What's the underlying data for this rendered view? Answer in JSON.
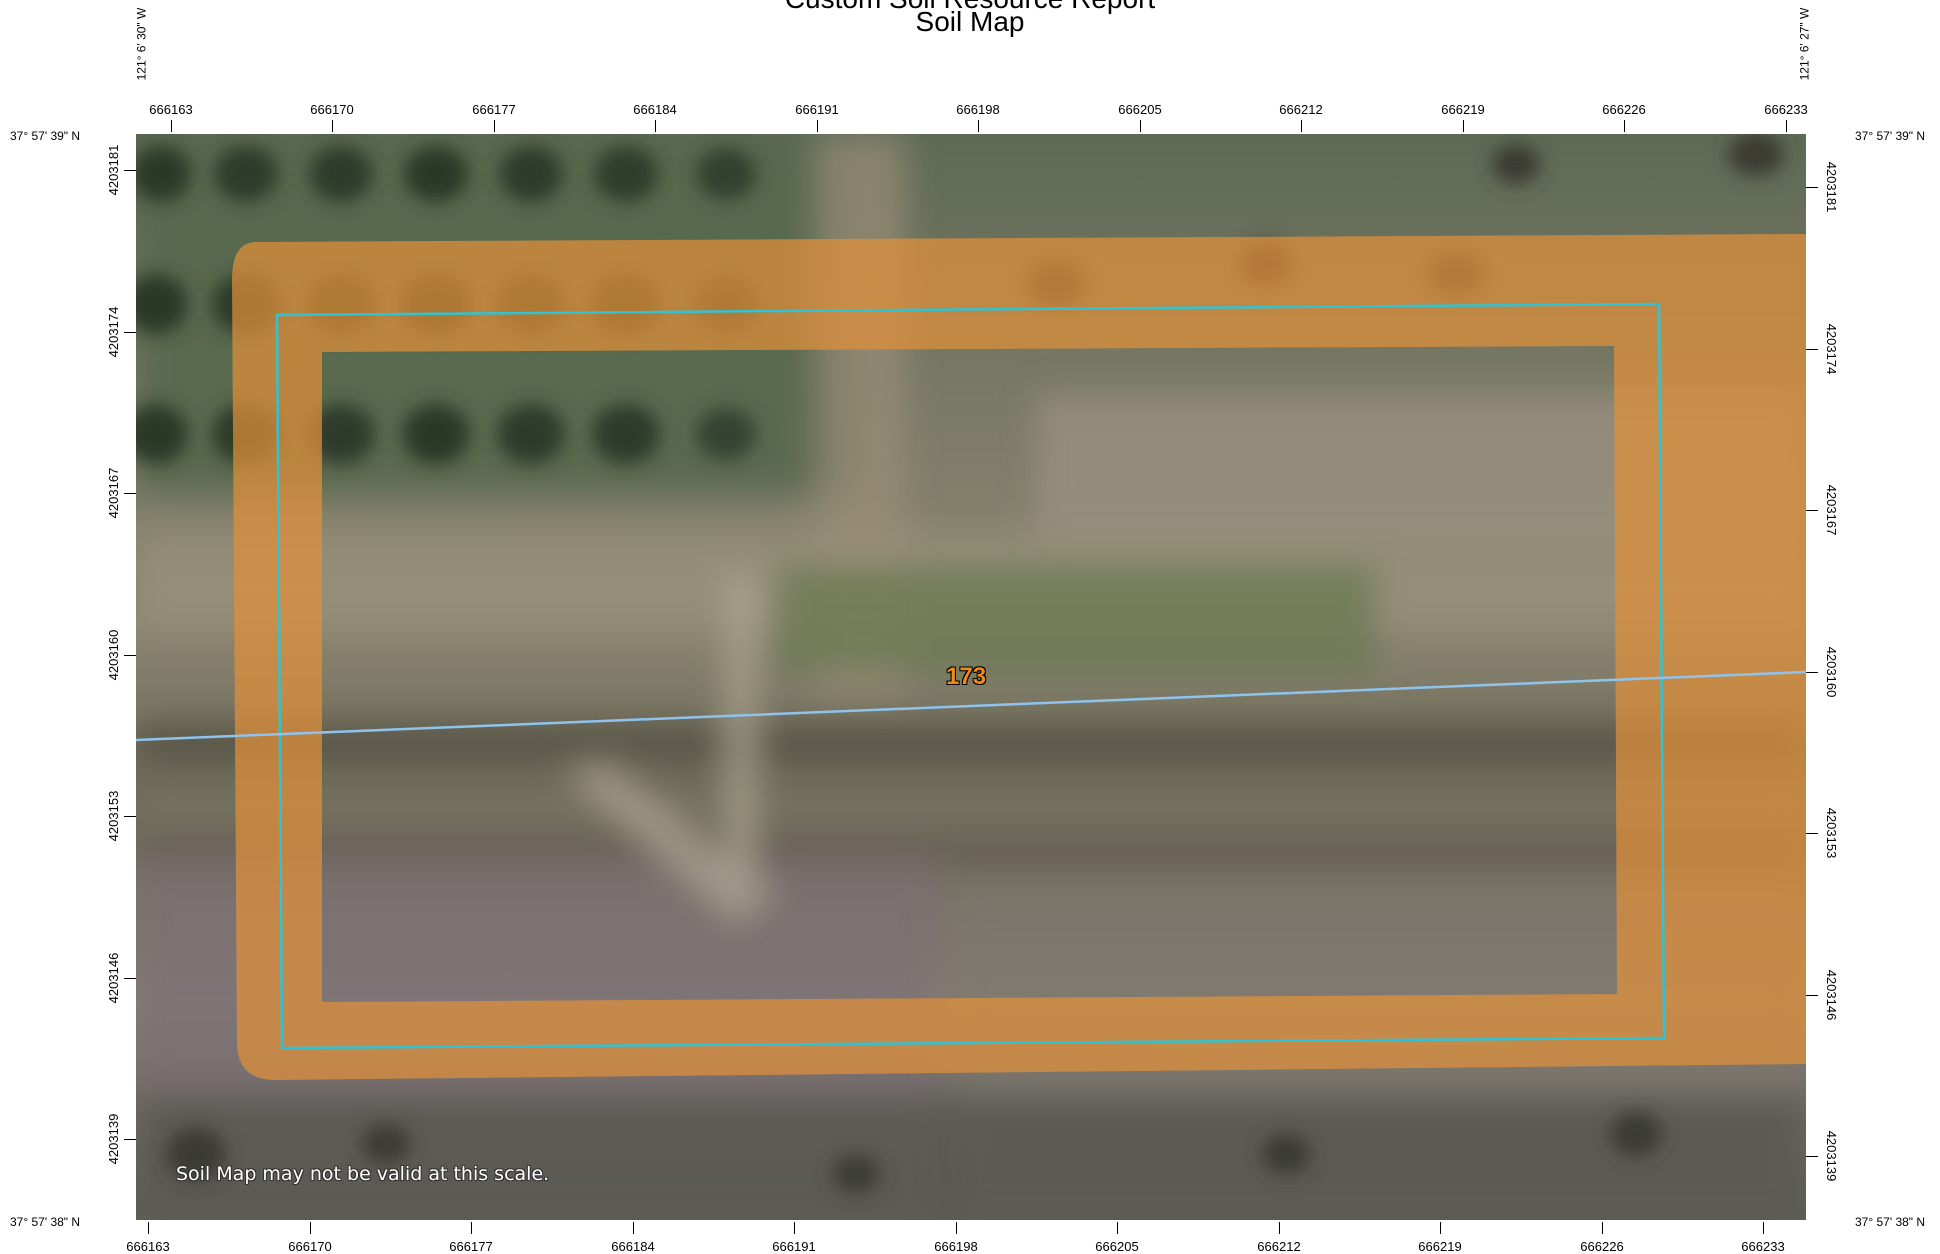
{
  "title": {
    "line1": "Custom Soil Resource Report",
    "line2": "Soil Map"
  },
  "corners": {
    "lon_west": "121° 6' 30\" W",
    "lon_east": "121° 6' 27\" W",
    "lat_north": "37° 57' 39\" N",
    "lat_south": "37° 57' 38\" N"
  },
  "grid": {
    "top_ticks": [
      "666163",
      "666170",
      "666177",
      "666184",
      "666191",
      "666198",
      "666205",
      "666212",
      "666219",
      "666226",
      "666233"
    ],
    "bottom_ticks": [
      "666163",
      "666170",
      "666177",
      "666184",
      "666191",
      "666198",
      "666205",
      "666212",
      "666219",
      "666226",
      "666233"
    ],
    "left_ticks": [
      "4203181",
      "4203174",
      "4203167",
      "4203160",
      "4203153",
      "4203146",
      "4203139"
    ],
    "right_ticks": [
      "4203181",
      "4203174",
      "4203167",
      "4203160",
      "4203153",
      "4203146",
      "4203139"
    ]
  },
  "map": {
    "map_unit_label": "173",
    "scale_warning": "Soil Map may not be valid at this scale.",
    "colors": {
      "aoi_outline": "#f0a04b",
      "soil_boundary": "#31c3d3",
      "soil_line": "#8fc3ee",
      "label": "#f08a1c"
    }
  }
}
